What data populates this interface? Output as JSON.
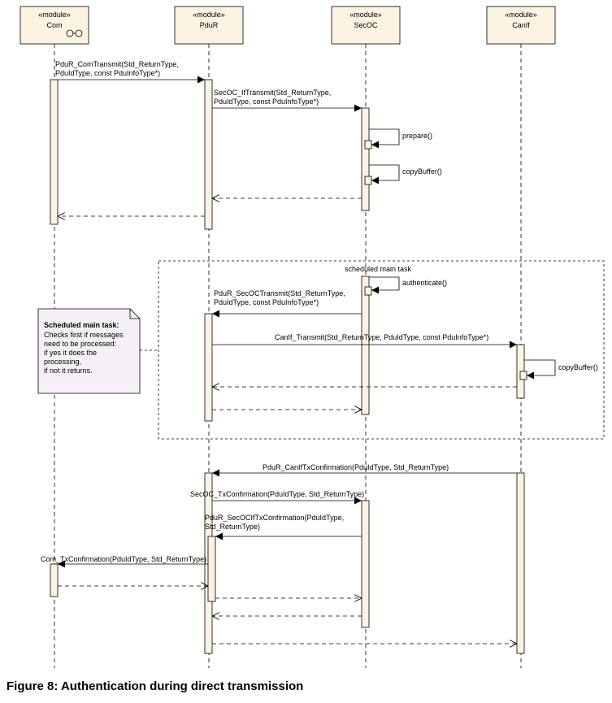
{
  "lifelines": [
    {
      "stereotype": "«module»",
      "name": "Com"
    },
    {
      "stereotype": "«module»",
      "name": "PduR"
    },
    {
      "stereotype": "«module»",
      "name": "SecOC"
    },
    {
      "stereotype": "«module»",
      "name": "CanIf"
    }
  ],
  "messages": {
    "m1": [
      "PduR_ComTransmit(Std_ReturnType,",
      "PduIdType, const PduInfoType*)"
    ],
    "m2": [
      "SecOC_IfTransmit(Std_ReturnType,",
      "PduIdType, const PduInfoType*)"
    ],
    "prepare": "prepare()",
    "copybuffer1": "copyBuffer()",
    "authenticate": "authenticate()",
    "m3": [
      "PduR_SecOCTransmit(Std_ReturnType,",
      "PduIdType, const PduInfoType*)"
    ],
    "m4": "CanIf_Transmit(Std_ReturnType, PduIdType, const PduInfoType*)",
    "copybuffer2": "copyBuffer()",
    "m5": "PduR_CanIfTxConfirmation(PduIdType, Std_ReturnType)",
    "m6": "SecOC_TxConfirmation(PduIdType, Std_ReturnType)",
    "m7": [
      "PduR_SecOCIfTxConfirmation(PduIdType,",
      "Std_ReturnType)"
    ],
    "m8": "Com_TxConfirmation(PduIdType, Std_ReturnType)"
  },
  "fragment": {
    "label": "scheduled main task"
  },
  "note": {
    "title": "Scheduled main task:",
    "lines": [
      "Checks first if  messages",
      "need to be processed:",
      "if yes it does the",
      "processing,",
      "if not it returns."
    ]
  },
  "caption": "Figure 8: Authentication during direct transmission"
}
